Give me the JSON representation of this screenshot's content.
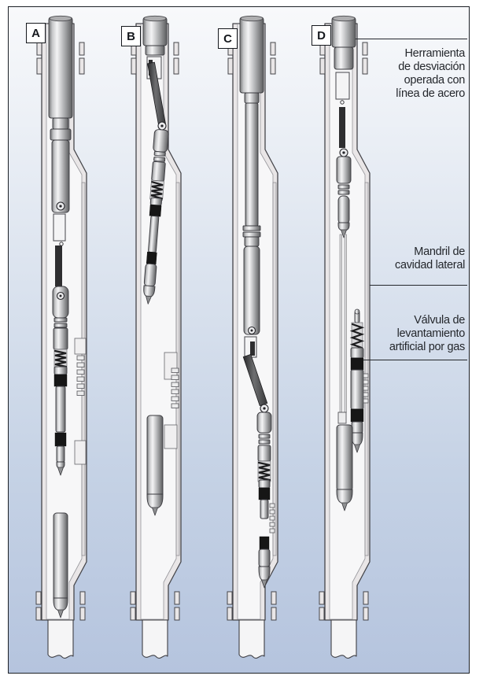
{
  "figure": {
    "panel_count": 4
  },
  "panels": [
    {
      "label": "A"
    },
    {
      "label": "B"
    },
    {
      "label": "C"
    },
    {
      "label": "D"
    }
  ],
  "annotations": [
    {
      "id": "wireline-deviation-tool",
      "lines": [
        "Herramienta",
        "de desviación",
        "operada con",
        "línea de acero"
      ]
    },
    {
      "id": "side-pocket-mandrel",
      "lines": [
        "Mandril de",
        "cavidad lateral"
      ]
    },
    {
      "id": "gas-lift-valve",
      "lines": [
        "Válvula de",
        "levantamiento",
        "artificial por gas"
      ]
    }
  ],
  "colors": {
    "background_top": "#f8f9fb",
    "background_bottom": "#b5c4de",
    "frame_border": "#1c2026",
    "annotation_text": "#24272c",
    "mandrel_wall": "#e9e6e7",
    "mandrel_stroke": "#45454a",
    "bore_fill": "#f7f7f8",
    "metal_light": "#f4f4f5",
    "metal_dark": "#5d5e60",
    "seal_black": "#161616"
  }
}
